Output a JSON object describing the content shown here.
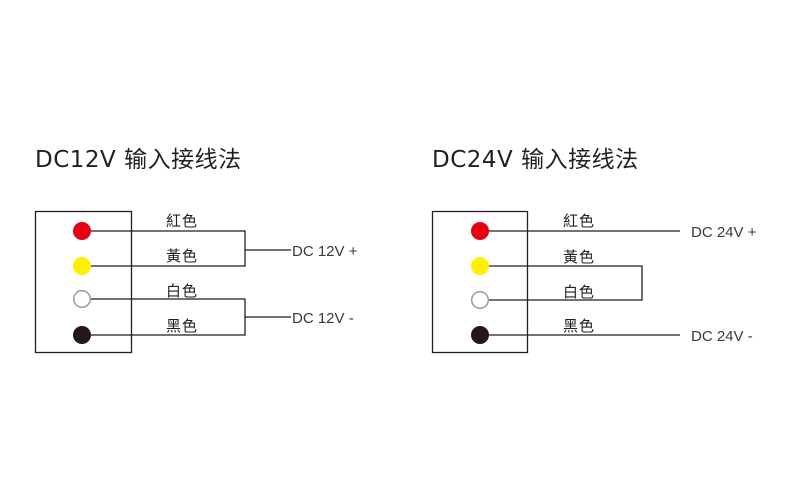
{
  "diagrams": [
    {
      "title": "DC12V 输入接线法",
      "wires": [
        {
          "label": "紅色",
          "color": "#e60012",
          "stroke": "#e60012"
        },
        {
          "label": "黃色",
          "color": "#fff000",
          "stroke": "#fff000"
        },
        {
          "label": "白色",
          "color": "#ffffff",
          "stroke": "#a0a0a0"
        },
        {
          "label": "黑色",
          "color": "#231815",
          "stroke": "#231815"
        }
      ],
      "outputs": [
        {
          "label": "DC 12V +",
          "joins": [
            "紅色",
            "黃色"
          ]
        },
        {
          "label": "DC 12V -",
          "joins": [
            "白色",
            "黑色"
          ]
        }
      ]
    },
    {
      "title": "DC24V 输入接线法",
      "wires": [
        {
          "label": "紅色",
          "color": "#e60012",
          "stroke": "#e60012"
        },
        {
          "label": "黃色",
          "color": "#fff000",
          "stroke": "#fff000"
        },
        {
          "label": "白色",
          "color": "#ffffff",
          "stroke": "#a0a0a0"
        },
        {
          "label": "黑色",
          "color": "#231815",
          "stroke": "#231815"
        }
      ],
      "outputs": [
        {
          "label": "DC 24V +",
          "joins": [
            "紅色"
          ]
        },
        {
          "label": "DC 24V -",
          "joins": [
            "黑色"
          ]
        }
      ],
      "bridge": [
        "黃色",
        "白色"
      ]
    }
  ],
  "line_color": "#231f20"
}
